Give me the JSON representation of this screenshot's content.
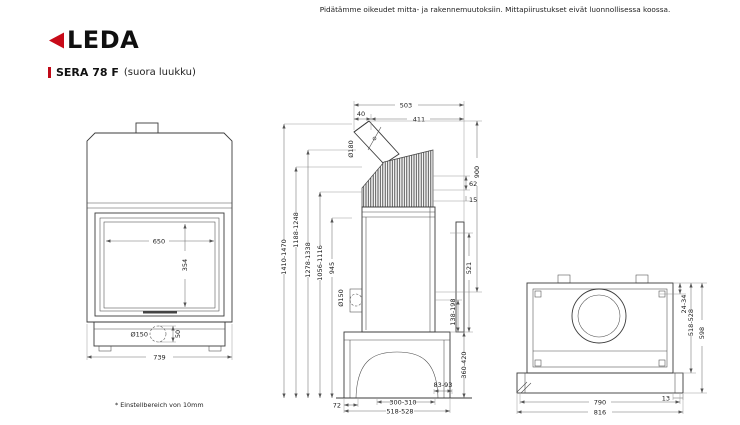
{
  "header": {
    "disclaimer": "Pidätämme oikeudet mitta- ja rakennemuutoksiin. Mittapiirustukset eivät luonnollisessa koossa.",
    "logo_text": "LEDA",
    "model_name": "SERA 78 F",
    "model_variant": "(suora luukku)"
  },
  "footnote": "* Einstellbereich von 10mm",
  "front": {
    "w650": "650",
    "h354": "354",
    "d150": "Ø150",
    "v50": "50",
    "w739": "739"
  },
  "side": {
    "w503": "503",
    "w40": "40",
    "w411": "411",
    "d180": "Ø180",
    "h900": "900",
    "h62": "62",
    "h15": "15",
    "h1410": "1410-1470",
    "h1188": "1188-1248",
    "h1278": "1278-1338",
    "h1056": "1056-1116",
    "h945": "945",
    "h521": "521",
    "h138": "138-198",
    "d150": "Ø150",
    "h360": "360-420",
    "h83": "83-93",
    "w300": "300-310",
    "w72": "72",
    "w518": "518-528"
  },
  "rear": {
    "h24": "24-34",
    "h518": "518-528",
    "h598": "598",
    "w13": "13",
    "w790": "790",
    "w816": "816"
  }
}
